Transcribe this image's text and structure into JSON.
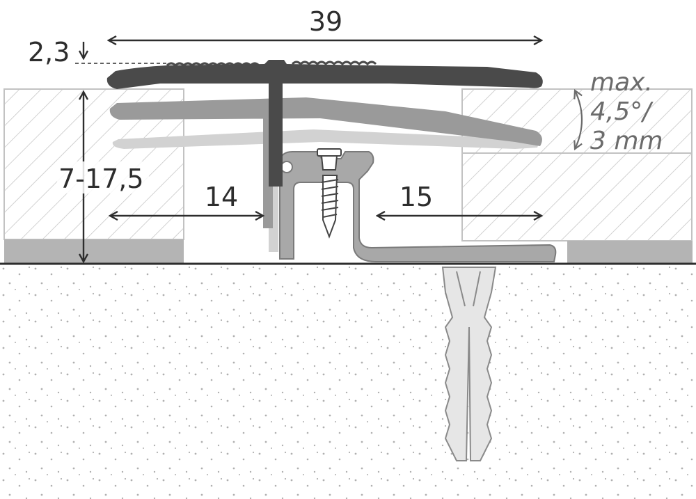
{
  "labels": {
    "width_total": "39",
    "thickness": "2,3",
    "height_range": "7-17,5",
    "left_reach": "14",
    "right_reach": "15",
    "tilt_line1": "max.",
    "tilt_line2": "4,5°/",
    "tilt_line3": "3 mm"
  },
  "colors": {
    "profile_dark": "#4a4a4a",
    "profile_mid": "#9a9a9a",
    "profile_light": "#d2d2d2",
    "base_profile": "#a8a8a8",
    "floor_hatch": "#c8c8c8",
    "underlay": "#b4b4b4",
    "dowel": "#e6e6e6",
    "concrete_dots": "#b0b0b0"
  }
}
